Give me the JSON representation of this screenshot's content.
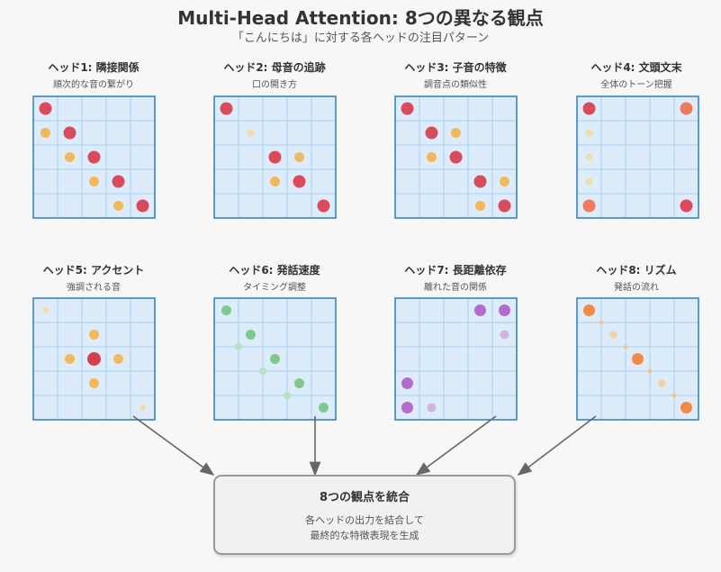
{
  "title": "Multi-Head Attention: 8つの異なる観点",
  "subtitle": "「こんにちは」に対する各ヘッドの注目パターン",
  "colors": {
    "grid_bg": "#dcecfb",
    "grid_line": "#a9d0f1",
    "grid_border": "#2f7dbd",
    "arrow": "#666666"
  },
  "heads": [
    {
      "label": "ヘッド1: 隣接関係",
      "description": "順次的な音の繋がり",
      "cells": [
        {
          "r": 0,
          "c": 0,
          "w": 0.9,
          "color": "#d94b5a"
        },
        {
          "r": 1,
          "c": 0,
          "w": 0.6,
          "color": "#f2b85c"
        },
        {
          "r": 1,
          "c": 1,
          "w": 0.9,
          "color": "#d94b5a"
        },
        {
          "r": 2,
          "c": 1,
          "w": 0.6,
          "color": "#f2b85c"
        },
        {
          "r": 2,
          "c": 2,
          "w": 0.9,
          "color": "#d94b5a"
        },
        {
          "r": 3,
          "c": 2,
          "w": 0.6,
          "color": "#f2b85c"
        },
        {
          "r": 3,
          "c": 3,
          "w": 0.9,
          "color": "#d94b5a"
        },
        {
          "r": 4,
          "c": 3,
          "w": 0.6,
          "color": "#f2b85c"
        },
        {
          "r": 4,
          "c": 4,
          "w": 0.9,
          "color": "#d94b5a"
        }
      ]
    },
    {
      "label": "ヘッド2: 母音の追跡",
      "description": "口の開き方",
      "cells": [
        {
          "r": 0,
          "c": 0,
          "w": 0.9,
          "color": "#d94b5a"
        },
        {
          "r": 1,
          "c": 1,
          "w": 0.3,
          "color": "#f4dca8"
        },
        {
          "r": 2,
          "c": 2,
          "w": 0.9,
          "color": "#d94b5a"
        },
        {
          "r": 2,
          "c": 3,
          "w": 0.6,
          "color": "#f2b85c"
        },
        {
          "r": 3,
          "c": 2,
          "w": 0.6,
          "color": "#f2b85c"
        },
        {
          "r": 3,
          "c": 3,
          "w": 0.9,
          "color": "#d94b5a"
        },
        {
          "r": 4,
          "c": 4,
          "w": 0.9,
          "color": "#d94b5a"
        }
      ]
    },
    {
      "label": "ヘッド3: 子音の特徴",
      "description": "調音点の類似性",
      "cells": [
        {
          "r": 0,
          "c": 0,
          "w": 0.9,
          "color": "#d94b5a"
        },
        {
          "r": 1,
          "c": 1,
          "w": 0.9,
          "color": "#d94b5a"
        },
        {
          "r": 1,
          "c": 2,
          "w": 0.6,
          "color": "#f2b85c"
        },
        {
          "r": 2,
          "c": 1,
          "w": 0.6,
          "color": "#f2b85c"
        },
        {
          "r": 2,
          "c": 2,
          "w": 0.9,
          "color": "#d94b5a"
        },
        {
          "r": 3,
          "c": 3,
          "w": 0.9,
          "color": "#d94b5a"
        },
        {
          "r": 3,
          "c": 4,
          "w": 0.6,
          "color": "#f2b85c"
        },
        {
          "r": 4,
          "c": 3,
          "w": 0.6,
          "color": "#f2b85c"
        },
        {
          "r": 4,
          "c": 4,
          "w": 0.9,
          "color": "#d94b5a"
        }
      ]
    },
    {
      "label": "ヘッド4: 文頭文末",
      "description": "全体のトーン把握",
      "cells": [
        {
          "r": 0,
          "c": 0,
          "w": 0.9,
          "color": "#d94b5a"
        },
        {
          "r": 0,
          "c": 4,
          "w": 0.9,
          "color": "#f07a5e"
        },
        {
          "r": 1,
          "c": 0,
          "w": 0.3,
          "color": "#f4dca8"
        },
        {
          "r": 2,
          "c": 0,
          "w": 0.3,
          "color": "#f4dca8"
        },
        {
          "r": 3,
          "c": 0,
          "w": 0.3,
          "color": "#f4dca8"
        },
        {
          "r": 4,
          "c": 0,
          "w": 0.9,
          "color": "#f07a5e"
        },
        {
          "r": 4,
          "c": 4,
          "w": 0.9,
          "color": "#d94b5a"
        }
      ]
    },
    {
      "label": "ヘッド5: アクセント",
      "description": "強調される音",
      "cells": [
        {
          "r": 0,
          "c": 0,
          "w": 0.2,
          "color": "#f4dca8"
        },
        {
          "r": 1,
          "c": 2,
          "w": 0.6,
          "color": "#f2b85c"
        },
        {
          "r": 2,
          "c": 1,
          "w": 0.6,
          "color": "#f2b85c"
        },
        {
          "r": 2,
          "c": 2,
          "w": 1.0,
          "color": "#d63f4c"
        },
        {
          "r": 2,
          "c": 3,
          "w": 0.6,
          "color": "#f2b85c"
        },
        {
          "r": 3,
          "c": 2,
          "w": 0.6,
          "color": "#f2b85c"
        },
        {
          "r": 4,
          "c": 4,
          "w": 0.2,
          "color": "#f4dca8"
        }
      ]
    },
    {
      "label": "ヘッド6: 発話速度",
      "description": "タイミング調整",
      "cells": [
        {
          "r": 0,
          "c": 0,
          "w": 0.6,
          "color": "#7fc98a"
        },
        {
          "r": 1,
          "c": 1,
          "w": 0.6,
          "color": "#7fc98a"
        },
        {
          "r": 1,
          "c": 0,
          "w": 0.3,
          "color": "#b9e2be"
        },
        {
          "r": 2,
          "c": 2,
          "w": 0.6,
          "color": "#7fc98a"
        },
        {
          "r": 2,
          "c": 1,
          "w": 0.3,
          "color": "#b9e2be"
        },
        {
          "r": 3,
          "c": 3,
          "w": 0.6,
          "color": "#7fc98a"
        },
        {
          "r": 3,
          "c": 2,
          "w": 0.3,
          "color": "#b9e2be"
        },
        {
          "r": 4,
          "c": 4,
          "w": 0.6,
          "color": "#7fc98a"
        }
      ],
      "offsets": "between"
    },
    {
      "label": "ヘッド7: 長距離依存",
      "description": "離れた音の関係",
      "cells": [
        {
          "r": 0,
          "c": 3,
          "w": 0.8,
          "color": "#b46ccc"
        },
        {
          "r": 0,
          "c": 4,
          "w": 0.8,
          "color": "#b46ccc"
        },
        {
          "r": 1,
          "c": 4,
          "w": 0.5,
          "color": "#d5b0e3"
        },
        {
          "r": 3,
          "c": 0,
          "w": 0.8,
          "color": "#b46ccc"
        },
        {
          "r": 4,
          "c": 0,
          "w": 0.8,
          "color": "#b46ccc"
        },
        {
          "r": 4,
          "c": 1,
          "w": 0.5,
          "color": "#d5b0e3"
        }
      ]
    },
    {
      "label": "ヘッド8: リズム",
      "description": "発話の流れ",
      "cells": [
        {
          "r": 0,
          "c": 0,
          "w": 0.8,
          "color": "#f08a45"
        },
        {
          "r": 2,
          "c": 2,
          "w": 0.8,
          "color": "#f08a45"
        },
        {
          "r": 4,
          "c": 4,
          "w": 0.8,
          "color": "#f08a45"
        },
        {
          "r": 1,
          "c": 1,
          "w": 0.35,
          "color": "#f4d2a8"
        },
        {
          "r": 3,
          "c": 3,
          "w": 0.35,
          "color": "#f4d2a8"
        }
      ]
    }
  ],
  "summary": {
    "title": "8つの観点を統合",
    "line1": "各ヘッドの出力を結合して",
    "line2": "最終的な特徴表現を生成"
  }
}
